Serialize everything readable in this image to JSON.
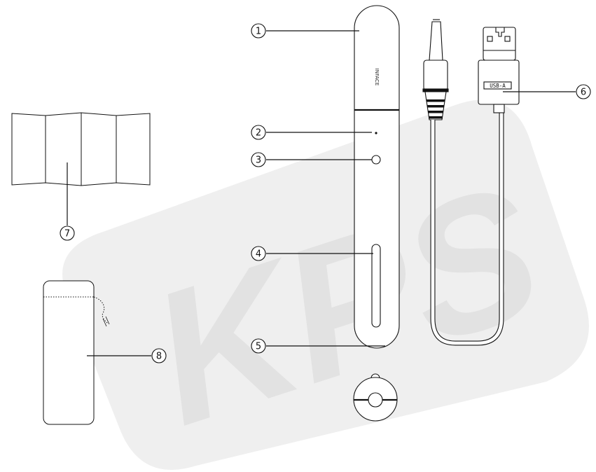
{
  "colors": {
    "line": "#111111",
    "background": "#ffffff",
    "watermark": "#e9e9e9"
  },
  "watermark": {
    "text": "KPS"
  },
  "device": {
    "brand_text": "INFACE"
  },
  "cable": {
    "connector_label": "USB-A"
  },
  "callouts": [
    {
      "number": "1"
    },
    {
      "number": "2"
    },
    {
      "number": "3"
    },
    {
      "number": "4"
    },
    {
      "number": "5"
    },
    {
      "number": "6"
    },
    {
      "number": "7"
    },
    {
      "number": "8"
    }
  ]
}
